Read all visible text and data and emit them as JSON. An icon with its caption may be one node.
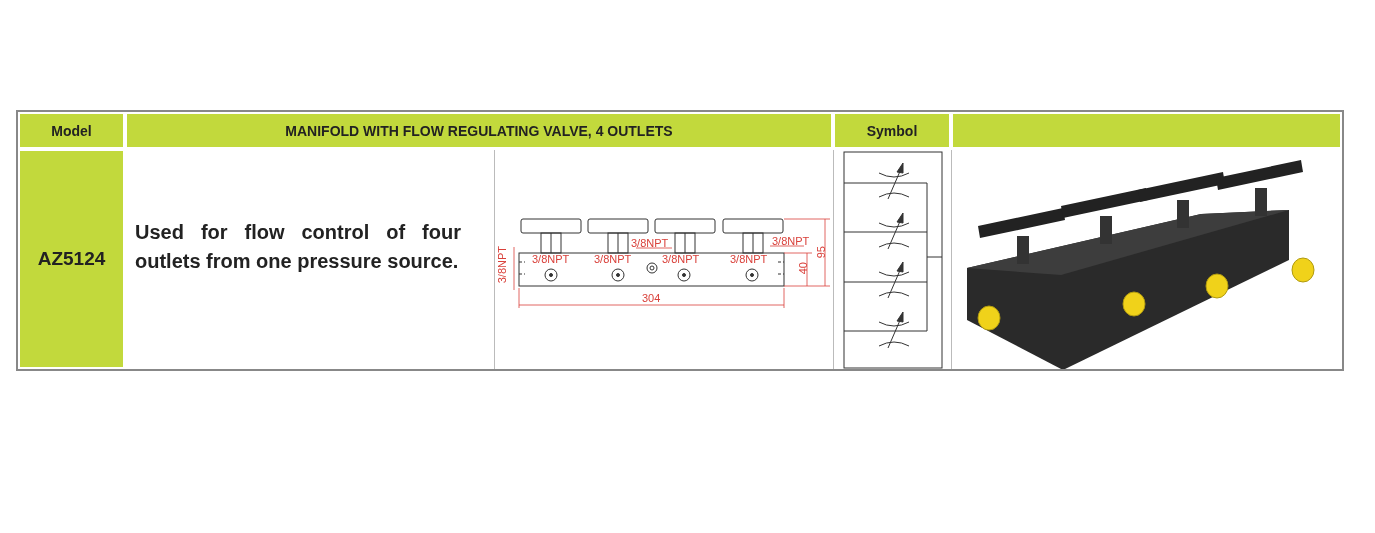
{
  "diagram": {
    "labels": [
      "Model",
      "MANIFOLD WITH FLOW REGULATING VALVE, 4 OUTLETS",
      "Symbol",
      "AZ5124",
      "Used for flow control of four outlets from one pressure source.",
      "3/8NPT",
      "3/8NPT",
      "3/8NPT",
      "3/8NPT",
      "3/8NPT",
      "3/8NPT",
      "3/8NPT",
      "95",
      "40",
      "304"
    ]
  }
}
